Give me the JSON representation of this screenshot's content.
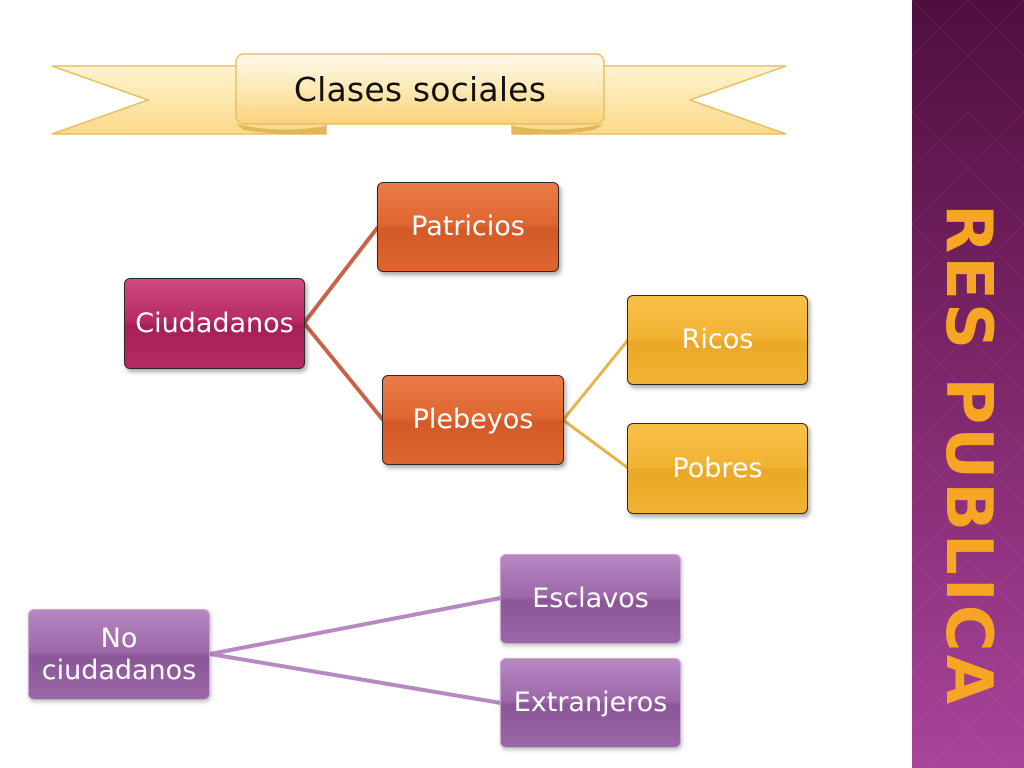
{
  "title": "Clases sociales",
  "side_title": "RES PUBLICA",
  "nodes": {
    "ciudadanos": "Ciudadanos",
    "patricios": "Patricios",
    "plebeyos": "Plebeyos",
    "ricos": "Ricos",
    "pobres": "Pobres",
    "no_ciudadanos": "No ciudadanos",
    "esclavos": "Esclavos",
    "extranjeros": "Extranjeros"
  },
  "edges": [
    [
      "ciudadanos",
      "patricios"
    ],
    [
      "ciudadanos",
      "plebeyos"
    ],
    [
      "plebeyos",
      "ricos"
    ],
    [
      "plebeyos",
      "pobres"
    ],
    [
      "no_ciudadanos",
      "esclavos"
    ],
    [
      "no_ciudadanos",
      "extranjeros"
    ]
  ],
  "colors": {
    "banner": "#fde7a6",
    "ciudadanos": "#b52a63",
    "patricios_plebeyos": "#de6530",
    "ricos_pobres": "#f2b233",
    "no_ciudadanos_group": "#9c67a8",
    "sidebar": "#7a2466",
    "side_title": "#f6a623"
  }
}
